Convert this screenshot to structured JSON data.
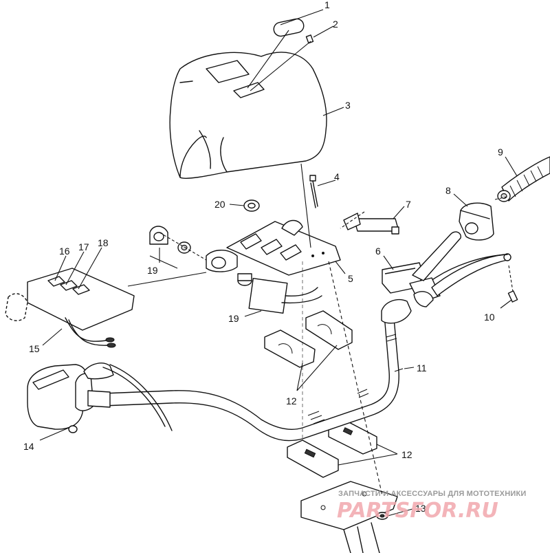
{
  "callouts": {
    "c1": "1",
    "c2": "2",
    "c3": "3",
    "c4": "4",
    "c5": "5",
    "c6": "6",
    "c7": "7",
    "c8": "8",
    "c9": "9",
    "c10": "10",
    "c11": "11",
    "c12a": "12",
    "c12b": "12",
    "c13": "13",
    "c14": "14",
    "c15": "15",
    "c16": "16",
    "c17": "17",
    "c18": "18",
    "c19a": "19",
    "c19b": "19",
    "c20": "20"
  },
  "watermark": {
    "caption": "ЗАПЧАСТИ И АКСЕССУАРЫ ДЛЯ МОТОТЕХНИКИ",
    "logo": "PARTSFOR.RU"
  },
  "colors": {
    "line": "#111111",
    "watermark_logo": "#f2a8ad",
    "watermark_caption": "#9a9a9a"
  }
}
